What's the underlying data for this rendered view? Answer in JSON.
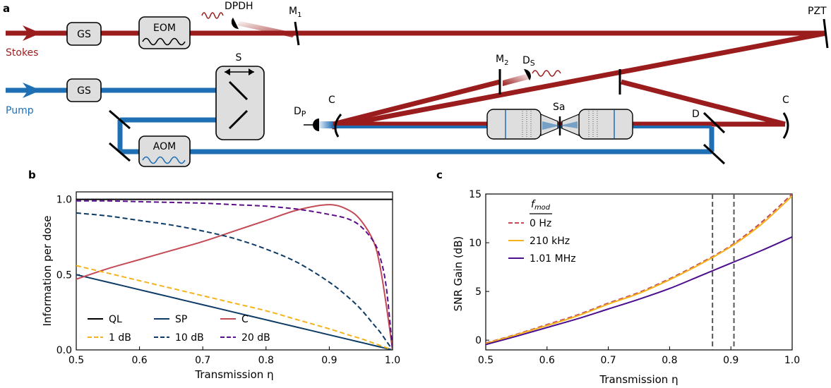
{
  "panels": {
    "a": "a",
    "b": "b",
    "c": "c"
  },
  "setup": {
    "beam_labels": {
      "stokes": "Stokes",
      "pump": "Pump"
    },
    "components": {
      "gs_stokes": "GS",
      "gs_pump": "GS",
      "eom": "EOM",
      "aom": "AOM",
      "shutter": "S",
      "mirror_m1": "M",
      "mirror_m1_sub": "1",
      "mirror_m2": "M",
      "mirror_m2_sub": "2",
      "pzt": "PZT",
      "detector_pdh": "D",
      "detector_pdh_sub": "PDH",
      "detector_s": "D",
      "detector_s_sub": "S",
      "detector_p": "D",
      "detector_p_sub": "P",
      "curved_left": "C",
      "curved_right": "C",
      "sample": "Sa",
      "dichroic": "D"
    },
    "colors": {
      "stokes": "#9b1c1c",
      "pump": "#1f6fb5",
      "box_fill": "#dedede"
    }
  },
  "chart_data": [
    {
      "type": "line",
      "panel": "b",
      "xlabel": "Transmission η",
      "ylabel": "Information per dose",
      "xlim": [
        0.5,
        1.0
      ],
      "ylim": [
        0.0,
        1.05
      ],
      "xticks": [
        "0.5",
        "0.6",
        "0.7",
        "0.8",
        "0.9",
        "1.0"
      ],
      "yticks": [
        "0.0",
        "0.5",
        "1.0"
      ],
      "legend_position": "bottom-left",
      "x": [
        0.5,
        0.55,
        0.6,
        0.65,
        0.7,
        0.75,
        0.8,
        0.85,
        0.9,
        0.93,
        0.95,
        0.97,
        0.98,
        0.99,
        1.0
      ],
      "series": [
        {
          "name": "QL",
          "color": "#000000",
          "dash": "solid",
          "values": [
            1.0,
            1.0,
            1.0,
            1.0,
            1.0,
            1.0,
            1.0,
            1.0,
            1.0,
            1.0,
            1.0,
            1.0,
            1.0,
            1.0,
            1.0
          ]
        },
        {
          "name": "SP",
          "color": "#0d3b66",
          "dash": "solid",
          "values": [
            0.5,
            0.45,
            0.4,
            0.35,
            0.3,
            0.25,
            0.2,
            0.15,
            0.1,
            0.07,
            0.05,
            0.03,
            0.02,
            0.01,
            0.0
          ]
        },
        {
          "name": "C",
          "color": "#c44a55",
          "dash": "solid",
          "values": [
            0.47,
            0.54,
            0.6,
            0.66,
            0.72,
            0.79,
            0.86,
            0.93,
            0.965,
            0.93,
            0.86,
            0.72,
            0.56,
            0.3,
            0.0
          ]
        },
        {
          "name": "1 dB",
          "color": "#f5b21b",
          "dash": "dashed",
          "values": [
            0.56,
            0.51,
            0.46,
            0.41,
            0.36,
            0.31,
            0.26,
            0.2,
            0.14,
            0.1,
            0.075,
            0.045,
            0.03,
            0.015,
            0.0
          ]
        },
        {
          "name": "10 dB",
          "color": "#0d3b66",
          "dash": "dashed",
          "values": [
            0.91,
            0.89,
            0.86,
            0.83,
            0.79,
            0.74,
            0.67,
            0.58,
            0.45,
            0.35,
            0.27,
            0.17,
            0.12,
            0.06,
            0.0
          ]
        },
        {
          "name": "20 dB",
          "color": "#5b0f8a",
          "dash": "dashed",
          "values": [
            0.99,
            0.99,
            0.985,
            0.98,
            0.975,
            0.965,
            0.955,
            0.935,
            0.9,
            0.87,
            0.82,
            0.72,
            0.62,
            0.42,
            0.0
          ]
        }
      ]
    },
    {
      "type": "line",
      "panel": "c",
      "xlabel": "Transmission η",
      "ylabel": "SNR Gain (dB)",
      "xlim": [
        0.5,
        1.0
      ],
      "ylim": [
        -1,
        15
      ],
      "xticks": [
        "0.5",
        "0.6",
        "0.7",
        "0.8",
        "0.9",
        "1.0"
      ],
      "yticks": [
        "0",
        "5",
        "10",
        "15"
      ],
      "legend_title": "f",
      "legend_title_sub": "mod",
      "legend_position": "top-left",
      "vlines": [
        0.87,
        0.905
      ],
      "x": [
        0.5,
        0.55,
        0.6,
        0.65,
        0.7,
        0.75,
        0.8,
        0.85,
        0.9,
        0.95,
        1.0
      ],
      "series": [
        {
          "name": "0 Hz",
          "color": "#c44a55",
          "dash": "dashed",
          "values": [
            -0.3,
            0.6,
            1.6,
            2.6,
            3.8,
            4.9,
            6.3,
            7.9,
            9.7,
            12.1,
            15.0
          ]
        },
        {
          "name": "210 kHz",
          "color": "#f5b21b",
          "dash": "solid",
          "values": [
            -0.35,
            0.55,
            1.5,
            2.5,
            3.7,
            4.8,
            6.2,
            7.8,
            9.6,
            11.9,
            14.8
          ]
        },
        {
          "name": "1.01 MHz",
          "color": "#4a0e8f",
          "dash": "solid",
          "values": [
            -0.45,
            0.4,
            1.3,
            2.2,
            3.2,
            4.2,
            5.3,
            6.6,
            7.9,
            9.2,
            10.6
          ]
        }
      ]
    }
  ]
}
